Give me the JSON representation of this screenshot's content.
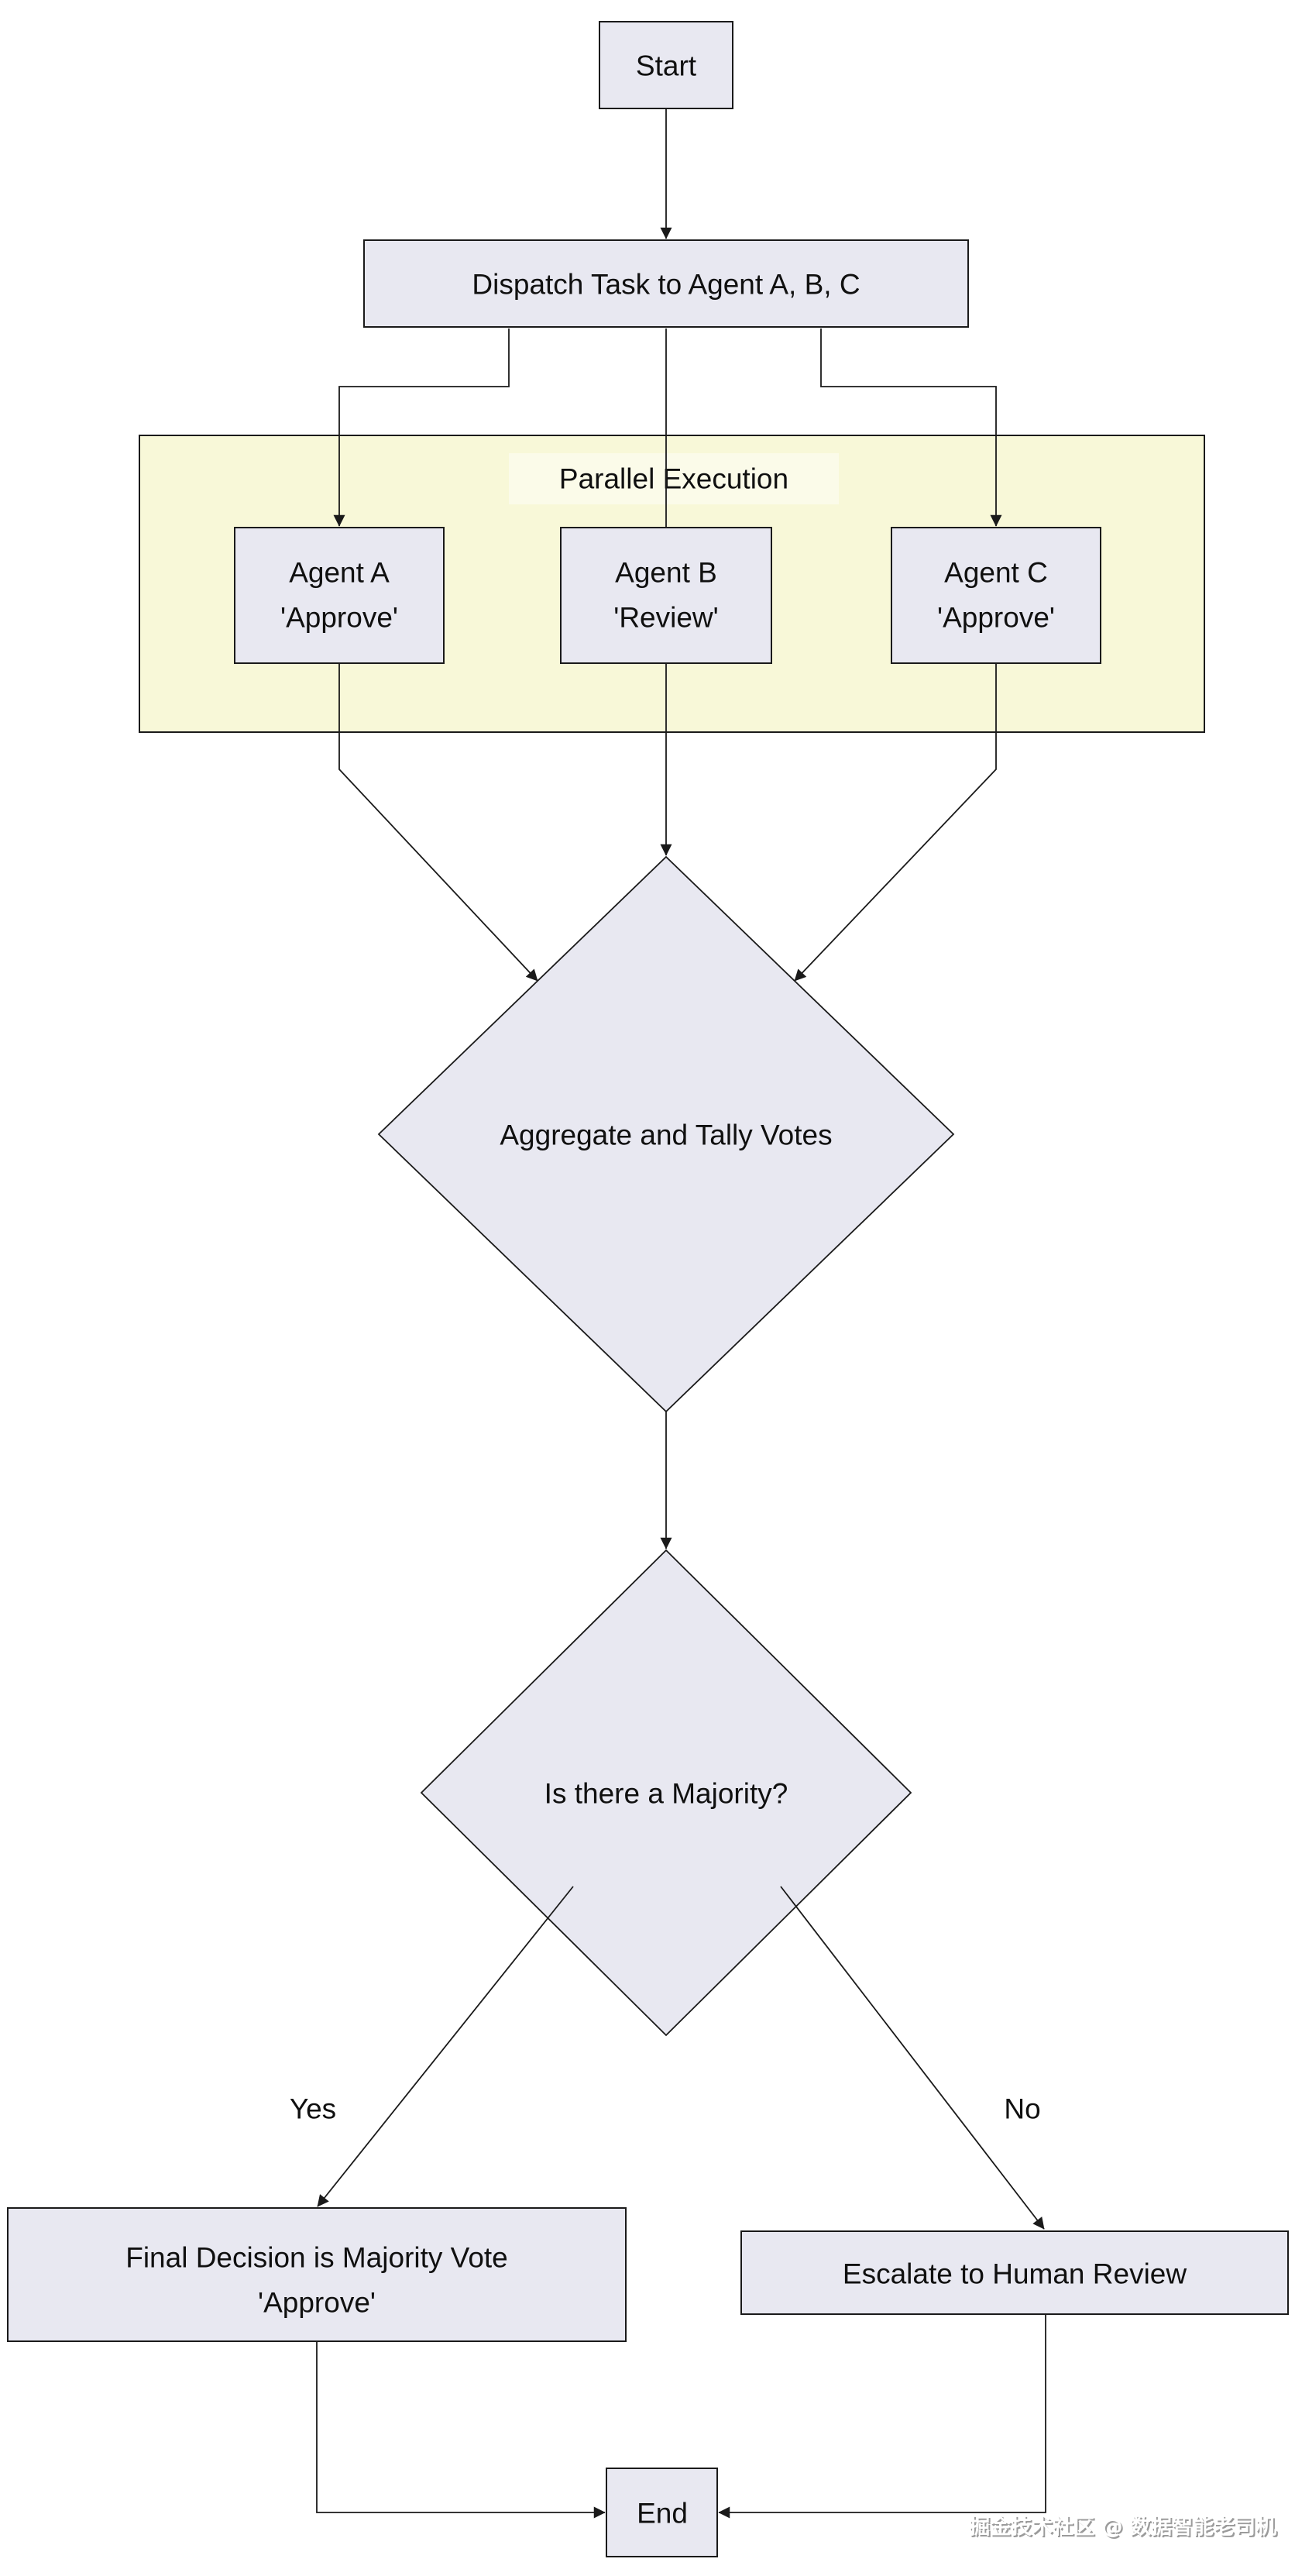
{
  "diagram": {
    "title_hint": "Multi-agent majority-vote flowchart",
    "nodes": {
      "start": {
        "label": "Start"
      },
      "dispatch": {
        "label": "Dispatch Task to Agent A, B, C"
      },
      "parallel_group": {
        "label": "Parallel Execution"
      },
      "agent_a": {
        "line1": "Agent A",
        "line2": "'Approve'"
      },
      "agent_b": {
        "line1": "Agent B",
        "line2": "'Review'"
      },
      "agent_c": {
        "line1": "Agent C",
        "line2": "'Approve'"
      },
      "aggregate": {
        "label": "Aggregate and Tally Votes"
      },
      "majority": {
        "label": "Is there a Majority?"
      },
      "final_decision": {
        "line1": "Final Decision is Majority Vote",
        "line2": "'Approve'"
      },
      "escalate": {
        "label": "Escalate to Human Review"
      },
      "end": {
        "label": "End"
      }
    },
    "edge_labels": {
      "yes": "Yes",
      "no": "No"
    },
    "watermark": "掘金技术社区 @ 数据智能老司机",
    "colors": {
      "node_fill": "#e8e8f1",
      "node_border": "#1a1a1a",
      "group_fill": "#f8f8d8",
      "group_label_bg": "#fbfbe9",
      "edge": "#1a1a1a",
      "text": "#101010",
      "watermark": "#9b9b9b",
      "watermark_hi": "#ffffff",
      "page_bg": "#ffffff"
    }
  }
}
